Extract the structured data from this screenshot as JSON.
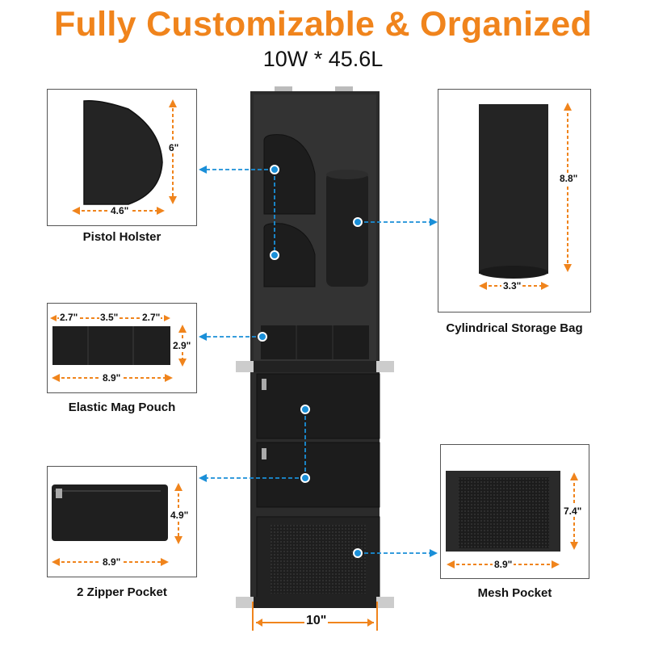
{
  "header": {
    "title": "Fully Customizable & Organized",
    "subtitle": "10W * 45.6L"
  },
  "products": {
    "pistol_holster": {
      "label": "Pistol Holster",
      "width": "4.6\"",
      "height": "6\""
    },
    "cylindrical_bag": {
      "label": "Cylindrical Storage Bag",
      "width": "3.3\"",
      "height": "8.8\""
    },
    "mag_pouch": {
      "label": "Elastic Mag Pouch",
      "seg1": "2.7\"",
      "seg2": "3.5\"",
      "seg3": "2.7\"",
      "width": "8.9\"",
      "height": "2.9\""
    },
    "zipper_pocket": {
      "label": "2 Zipper Pocket",
      "width": "8.9\"",
      "height": "4.9\""
    },
    "mesh_pocket": {
      "label": "Mesh Pocket",
      "width": "8.9\"",
      "height": "7.4\""
    },
    "organizer": {
      "width": "10\""
    }
  },
  "colors": {
    "accent_orange": "#f0841c",
    "pointer_blue": "#1a8fd8",
    "fabric": "#2b2b2b"
  }
}
